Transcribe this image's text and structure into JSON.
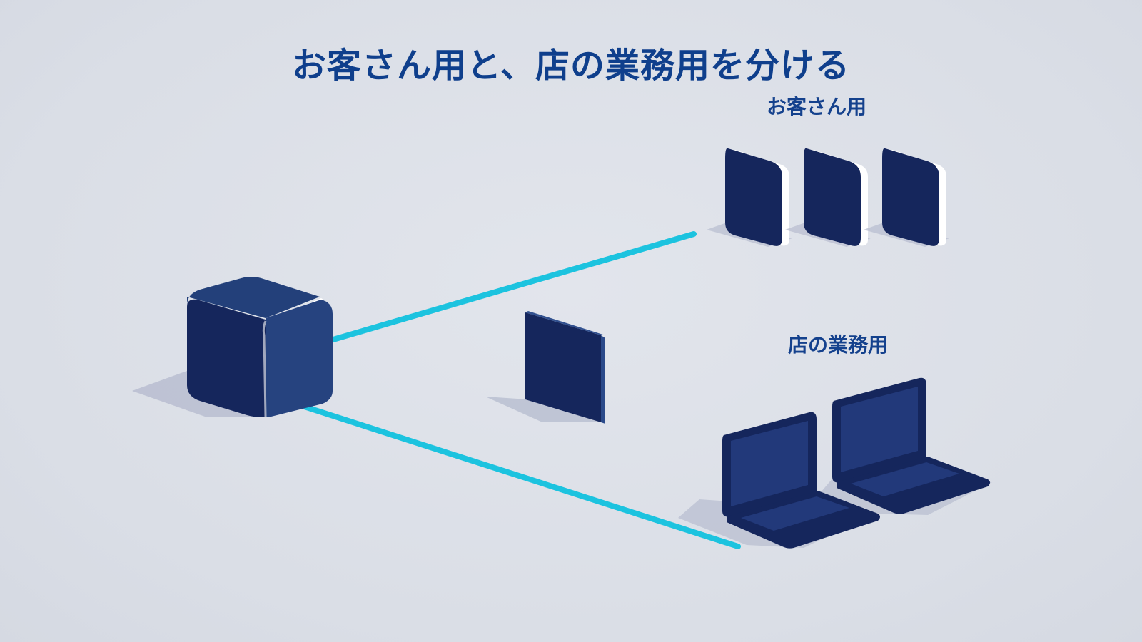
{
  "title": "お客さん用と、店の業務用を分ける",
  "groups": {
    "guest": {
      "label": "お客さん用"
    },
    "business": {
      "label": "店の業務用"
    }
  },
  "colors": {
    "background": "#dde1e8",
    "title": "#0f3f8c",
    "device_navy": "#14265c",
    "device_side": "#26417e",
    "highlight": "#ffffff",
    "link_line": "#1cc3df",
    "shadow": "#b4b9cd"
  },
  "icons": {
    "router": "router-cube-icon",
    "wall": "partition-wall-icon",
    "guest_devices": "smartphone-icon",
    "business_devices": "laptop-icon"
  }
}
